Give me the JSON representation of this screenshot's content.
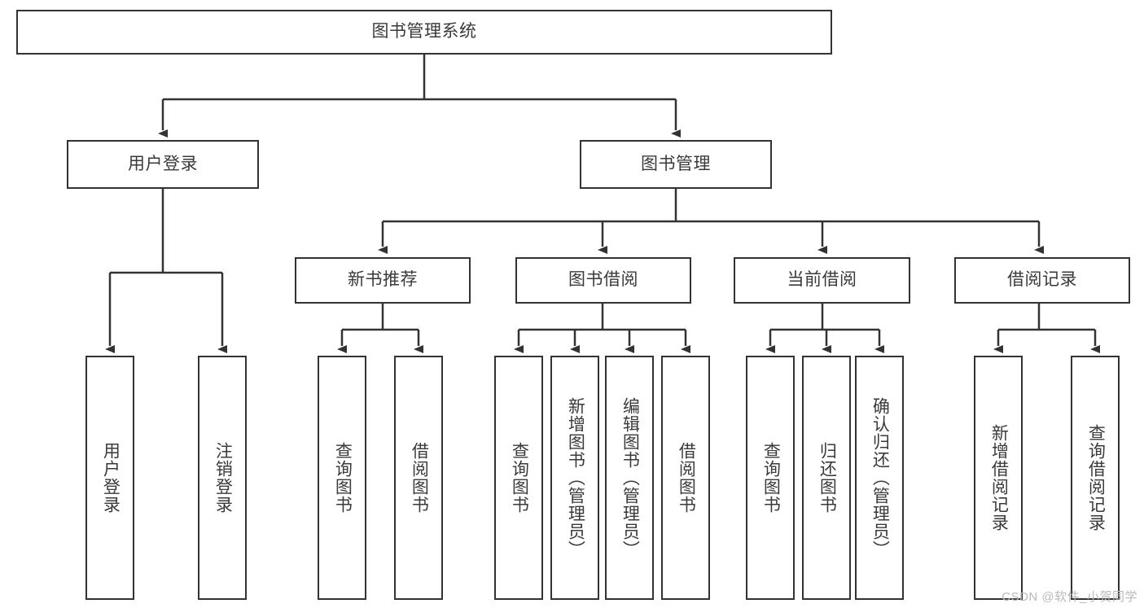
{
  "diagram": {
    "title_node": {
      "label": "图书管理系统"
    },
    "level1": [
      {
        "label": "用户登录"
      },
      {
        "label": "图书管理"
      }
    ],
    "level2": [
      {
        "label": "新书推荐"
      },
      {
        "label": "图书借阅"
      },
      {
        "label": "当前借阅"
      },
      {
        "label": "借阅记录"
      }
    ],
    "leaves": {
      "user_login": [
        {
          "label": "用户登录"
        },
        {
          "label": "注销登录"
        }
      ],
      "new_book": [
        {
          "label": "查询图书"
        },
        {
          "label": "借阅图书"
        }
      ],
      "book_borrow": [
        {
          "label": "查询图书"
        },
        {
          "label": "新增图书（管理员）"
        },
        {
          "label": "编辑图书（管理员）"
        },
        {
          "label": "借阅图书"
        }
      ],
      "current_borrow": [
        {
          "label": "查询图书"
        },
        {
          "label": "归还图书"
        },
        {
          "label": "确认归还（管理员）"
        }
      ],
      "borrow_record": [
        {
          "label": "新增借阅记录"
        },
        {
          "label": "查询借阅记录"
        }
      ]
    },
    "watermark": "CSDN @软件_小贺同学",
    "colors": {
      "stroke": "#333333",
      "text": "#3a3a3a",
      "background": "#ffffff",
      "watermark": "#b9b9b9"
    }
  }
}
